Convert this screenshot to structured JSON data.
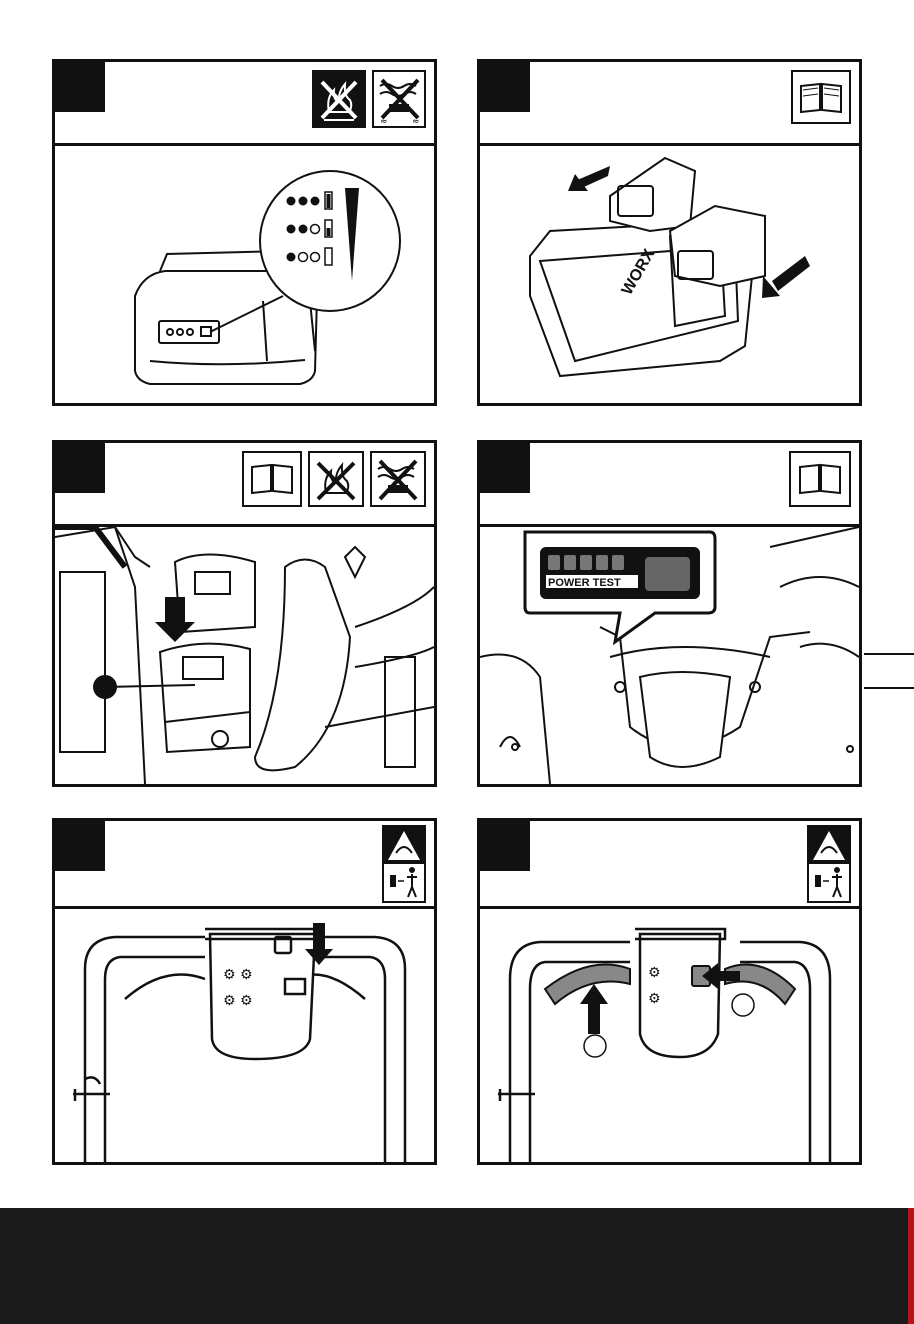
{
  "page": {
    "background": "#ffffff",
    "footer_color": "#1b1b1b",
    "accent_edge": "#b8121b"
  },
  "panels": [
    {
      "id": "battery-charge-indicator",
      "icons": [
        "no-fire-icon",
        "no-water-icon"
      ],
      "label": ""
    },
    {
      "id": "dual-charger",
      "icons": [
        "manual-book-icon"
      ],
      "label": "WORX"
    },
    {
      "id": "battery-insert-mower",
      "icons": [
        "manual-book-icon",
        "no-fire-icon",
        "no-water-icon"
      ],
      "label": ""
    },
    {
      "id": "power-test",
      "icons": [
        "manual-book-icon"
      ],
      "label": "POWER TEST"
    },
    {
      "id": "safety-key-remove",
      "icons": [
        "safety-warning-icon"
      ],
      "label": ""
    },
    {
      "id": "start-lever",
      "icons": [
        "safety-warning-icon"
      ],
      "label": ""
    }
  ]
}
